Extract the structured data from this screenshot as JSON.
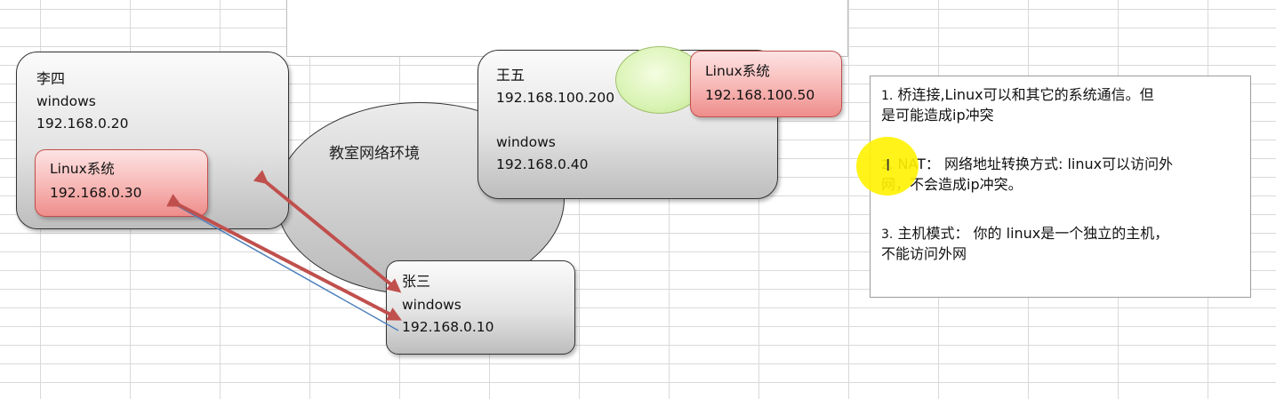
{
  "cloud": {
    "label": "教室网络环境"
  },
  "nodes": {
    "lisi": {
      "name": "李四",
      "os": "windows",
      "ip": "192.168.0.20"
    },
    "wangwu": {
      "name": "王五",
      "ip": "192.168.100.200",
      "os": "windows",
      "ip2": "192.168.0.40"
    },
    "zhangsan": {
      "name": "张三",
      "os": "windows",
      "ip": "192.168.0.10"
    }
  },
  "vms": {
    "lisi_vm": {
      "label": "Linux系统",
      "ip": "192.168.0.30"
    },
    "wangwu_vm": {
      "label": "Linux系统",
      "ip": "192.168.100.50"
    }
  },
  "notes": {
    "item1_num": "1.",
    "item1_line1": "桥连接,Linux可以和其它的系统通信。但",
    "item1_line2": "是可能造成ip冲突",
    "item2_num": "2.",
    "item2_line1": "NAT：  网络地址转换方式: linux可以访问外",
    "item2_line2": "网，不会造成ip冲突。",
    "item3_num": "3.",
    "item3_line1": "主机模式：  你的 linux是一个独立的主机，",
    "item3_line2": "不能访问外网"
  },
  "colors": {
    "arrow": "#c0504d",
    "blue_line": "#4f81bd",
    "vm_fill": "#f7b7b5",
    "highlight": "#fff200",
    "green_shape": "#d9f3b4"
  }
}
